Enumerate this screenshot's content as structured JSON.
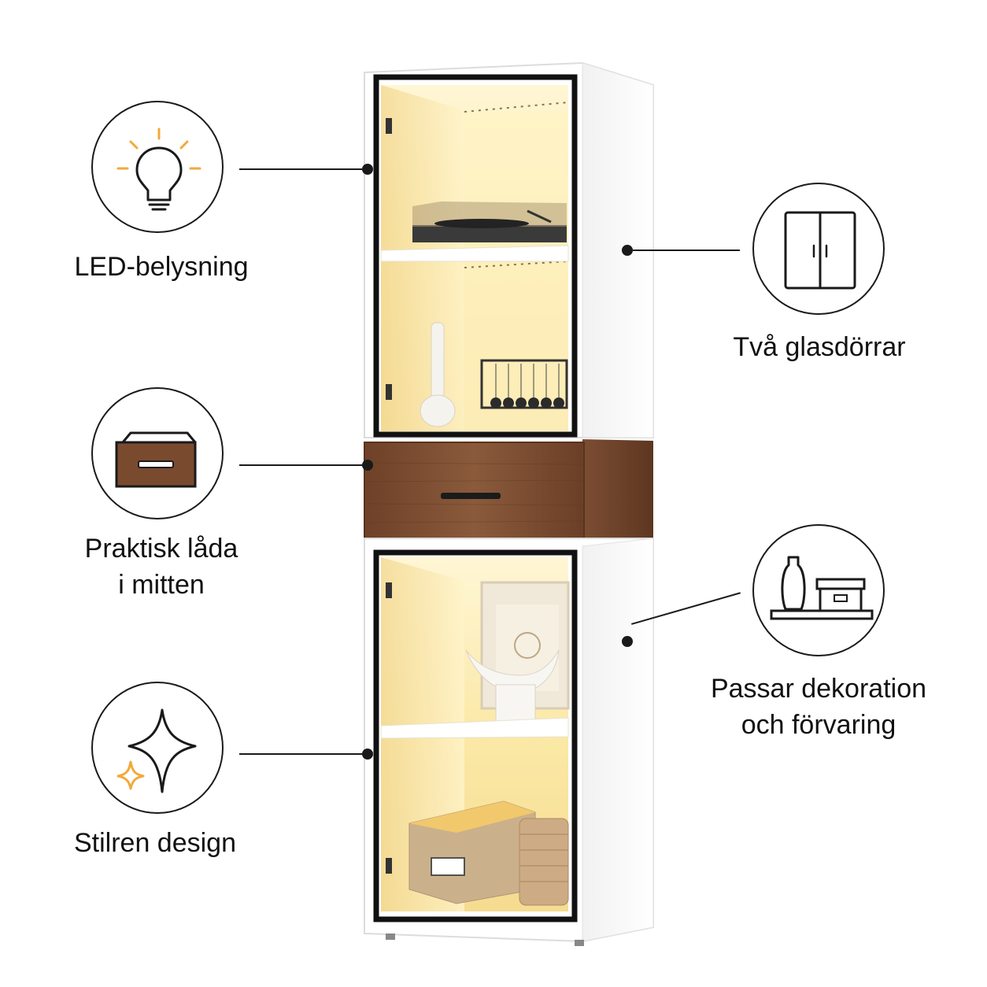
{
  "features": {
    "led": {
      "label": "LED-belysning",
      "icon": "light-bulb-icon"
    },
    "drawer": {
      "label_line1": "Praktisk låda",
      "label_line2": "i mitten",
      "icon": "drawer-icon"
    },
    "design": {
      "label": "Stilren design",
      "icon": "sparkle-icon"
    },
    "doors": {
      "label": "Två glasdörrar",
      "icon": "double-door-icon"
    },
    "decor": {
      "label_line1": "Passar dekoration",
      "label_line2": "och förvaring",
      "icon": "vase-and-box-icon"
    }
  },
  "colors": {
    "accent": "#f2a93b",
    "line": "#1a1a1a",
    "cabinet": "#ffffff",
    "frame": "#111111",
    "interior_light": "#fbe8a6",
    "walnut": "#7a4a2f"
  }
}
